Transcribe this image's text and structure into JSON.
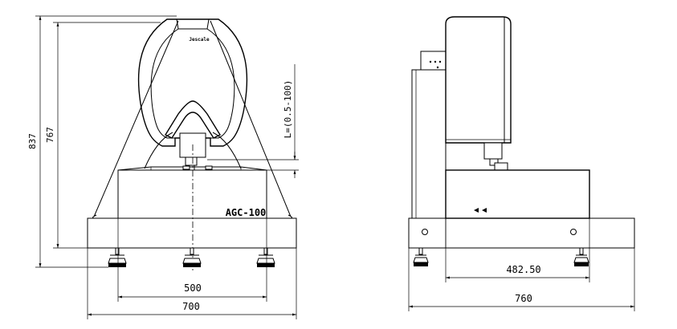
{
  "front_view": {
    "brand_label": "Jescale",
    "model_label": "AGC-100",
    "dim_total_height": "837",
    "dim_working_height": "767",
    "dim_stroke": "L=(0.5-100)",
    "dim_feet_spacing": "500",
    "dim_base_width": "700"
  },
  "side_view": {
    "dim_foot_to_body": "482.50",
    "dim_base_depth": "760"
  }
}
